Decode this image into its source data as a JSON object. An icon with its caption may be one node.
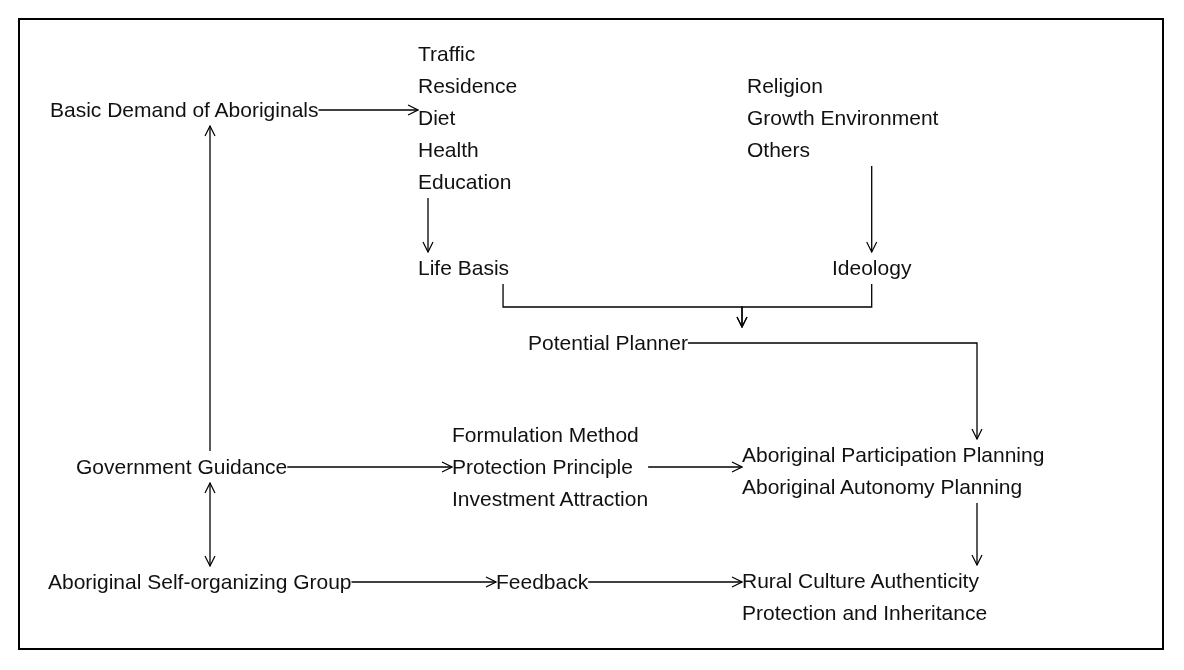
{
  "diagram": {
    "nodes": [
      {
        "text": [
          "Basic Demand of Aboriginals"
        ]
      },
      {
        "text": [
          "Traffic",
          "Residence",
          "Diet",
          "Health",
          "Education"
        ]
      },
      {
        "text": [
          "Religion",
          "Growth Environment",
          "Others"
        ]
      },
      {
        "text": [
          "Life Basis"
        ]
      },
      {
        "text": [
          "Ideology"
        ]
      },
      {
        "text": [
          "Potential Planner"
        ]
      },
      {
        "text": [
          "Government Guidance"
        ]
      },
      {
        "text": [
          "Formulation Method",
          "Protection Principle",
          "Investment Attraction"
        ]
      },
      {
        "text": [
          "Aboriginal Participation Planning",
          "Aboriginal Autonomy Planning"
        ]
      },
      {
        "text": [
          "Aboriginal Self-organizing Group"
        ]
      },
      {
        "text": [
          "Feedback"
        ]
      },
      {
        "text": [
          "Rural Culture Authenticity Protection and Inheritance"
        ]
      }
    ],
    "edges": [
      {
        "from": 0,
        "to": 1,
        "arrow": "to"
      },
      {
        "from": 1,
        "to": 3,
        "arrow": "to"
      },
      {
        "from": 2,
        "to": 4,
        "arrow": "to"
      },
      {
        "from": 3,
        "to": 5,
        "arrow": "to"
      },
      {
        "from": 4,
        "to": 5,
        "arrow": "to"
      },
      {
        "from": 5,
        "to": 8,
        "arrow": "to"
      },
      {
        "from": 6,
        "to": 0,
        "arrow": "to"
      },
      {
        "from": 6,
        "to": 7,
        "arrow": "to"
      },
      {
        "from": 7,
        "to": 8,
        "arrow": "to"
      },
      {
        "from": 9,
        "to": 6,
        "arrow": "both"
      },
      {
        "from": 9,
        "to": 10,
        "arrow": "to"
      },
      {
        "from": 10,
        "to": 11,
        "arrow": "to"
      },
      {
        "from": 8,
        "to": 11,
        "arrow": "to"
      }
    ]
  }
}
